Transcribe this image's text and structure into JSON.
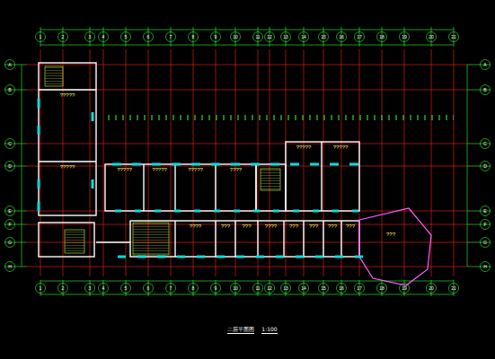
{
  "diagram": {
    "title": "二层平面图",
    "nodes": [
      {
        "text": [
          "?????"
        ]
      },
      {
        "text": [
          "?????"
        ]
      },
      {
        "text": [
          "?????"
        ]
      },
      {
        "text": [
          "?????"
        ]
      },
      {
        "text": [
          "?????"
        ]
      },
      {
        "text": [
          "????"
        ]
      },
      {
        "text": [
          "?????"
        ]
      },
      {
        "text": [
          "?????"
        ]
      },
      {
        "text": [
          "????"
        ]
      },
      {
        "text": [
          "???"
        ]
      },
      {
        "text": [
          "???"
        ]
      },
      {
        "text": [
          "????"
        ]
      },
      {
        "text": [
          "???"
        ]
      },
      {
        "text": [
          "???"
        ]
      },
      {
        "text": [
          "???"
        ]
      },
      {
        "text": [
          "???"
        ]
      },
      {
        "text": [
          "???"
        ]
      }
    ],
    "labels": [
      "1",
      "2",
      "3",
      "4",
      "5",
      "6",
      "7",
      "8",
      "9",
      "10",
      "11",
      "12",
      "13",
      "14",
      "15",
      "16",
      "17",
      "18",
      "19",
      "20",
      "21",
      "1",
      "2",
      "3",
      "4",
      "5",
      "6",
      "7",
      "8",
      "9",
      "10",
      "11",
      "12",
      "13",
      "14",
      "15",
      "16",
      "17",
      "18",
      "19",
      "20",
      "21",
      "A",
      "B",
      "C",
      "D",
      "E",
      "F",
      "G",
      "H",
      "A",
      "B",
      "C",
      "D",
      "E",
      "F",
      "G",
      "H",
      "1:100"
    ]
  }
}
